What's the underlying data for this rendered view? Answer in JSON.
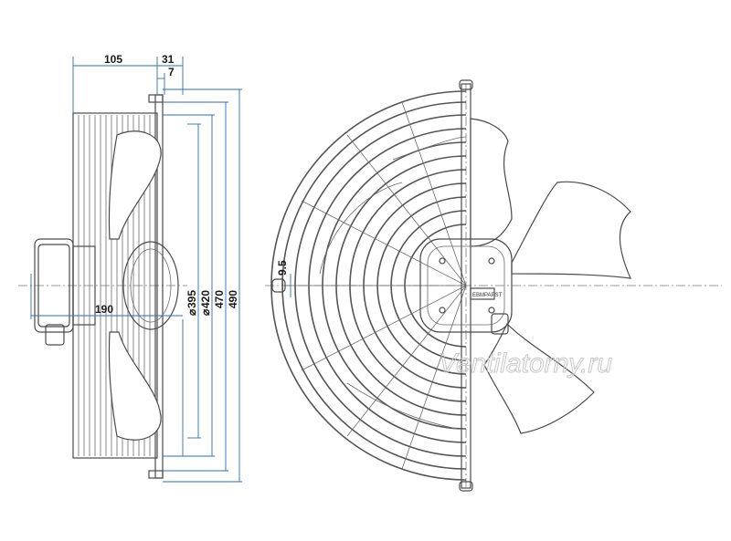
{
  "dimensions": {
    "d105": "105",
    "d31": "31",
    "d7": "7",
    "d190": "190",
    "d395": "395",
    "d420": "420",
    "d470": "470",
    "d490": "490",
    "d9_5": "9.5",
    "dia_symbol": "⌀"
  },
  "watermark": "Ventilatorny.ru",
  "label_plate": "EBMPAPST",
  "colors": {
    "dimension_lines": "#2f6fa8",
    "drawing_lines": "#4a4a4a"
  }
}
